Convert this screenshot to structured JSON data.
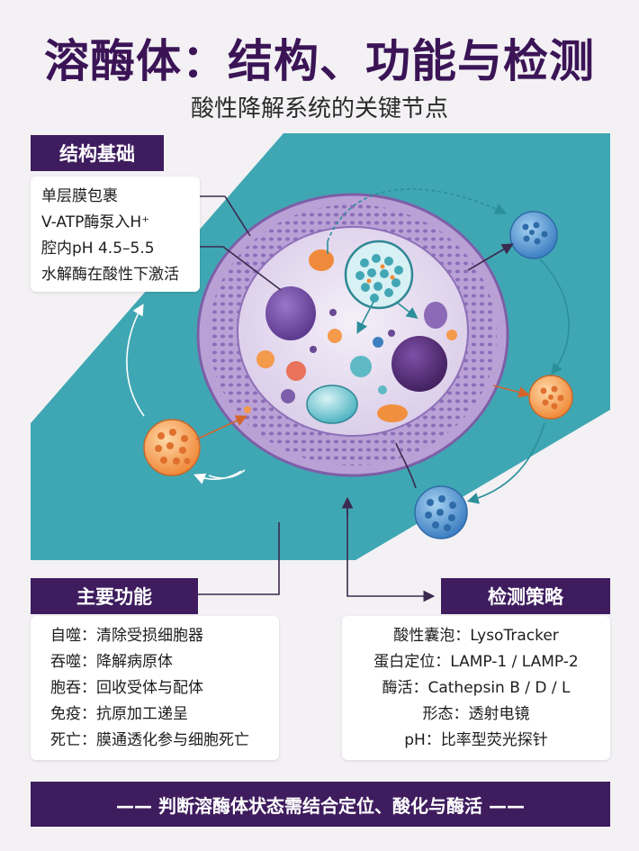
{
  "header": {
    "title": "溶酶体：结构、功能与检测",
    "subtitle": "酸性降解系统的关键节点"
  },
  "structure": {
    "heading": "结构基础",
    "items": [
      "单层膜包裹",
      "V-ATP酶泵入H⁺",
      "腔内pH 4.5–5.5",
      "水解酶在酸性下激活"
    ]
  },
  "functions": {
    "heading": "主要功能",
    "items": [
      "自噬：清除受损细胞器",
      "吞噬：降解病原体",
      "胞吞：回收受体与配体",
      "免疫：抗原加工递呈",
      "死亡：膜通透化参与细胞死亡"
    ]
  },
  "detection": {
    "heading": "检测策略",
    "items": [
      "酸性囊泡：LysoTracker",
      "蛋白定位：LAMP-1 / LAMP-2",
      "酶活：Cathepsin B / D / L",
      "形态：透射电镜",
      "pH：比率型荧光探针"
    ]
  },
  "footer": {
    "text": "—— 判断溶酶体状态需结合定位、酸化与酶活 ——"
  },
  "colors": {
    "banner": "#3e1c5e",
    "teal": "#3fa7b3",
    "membrane": "#a98ccb",
    "lumen": "#ebe3f3"
  }
}
